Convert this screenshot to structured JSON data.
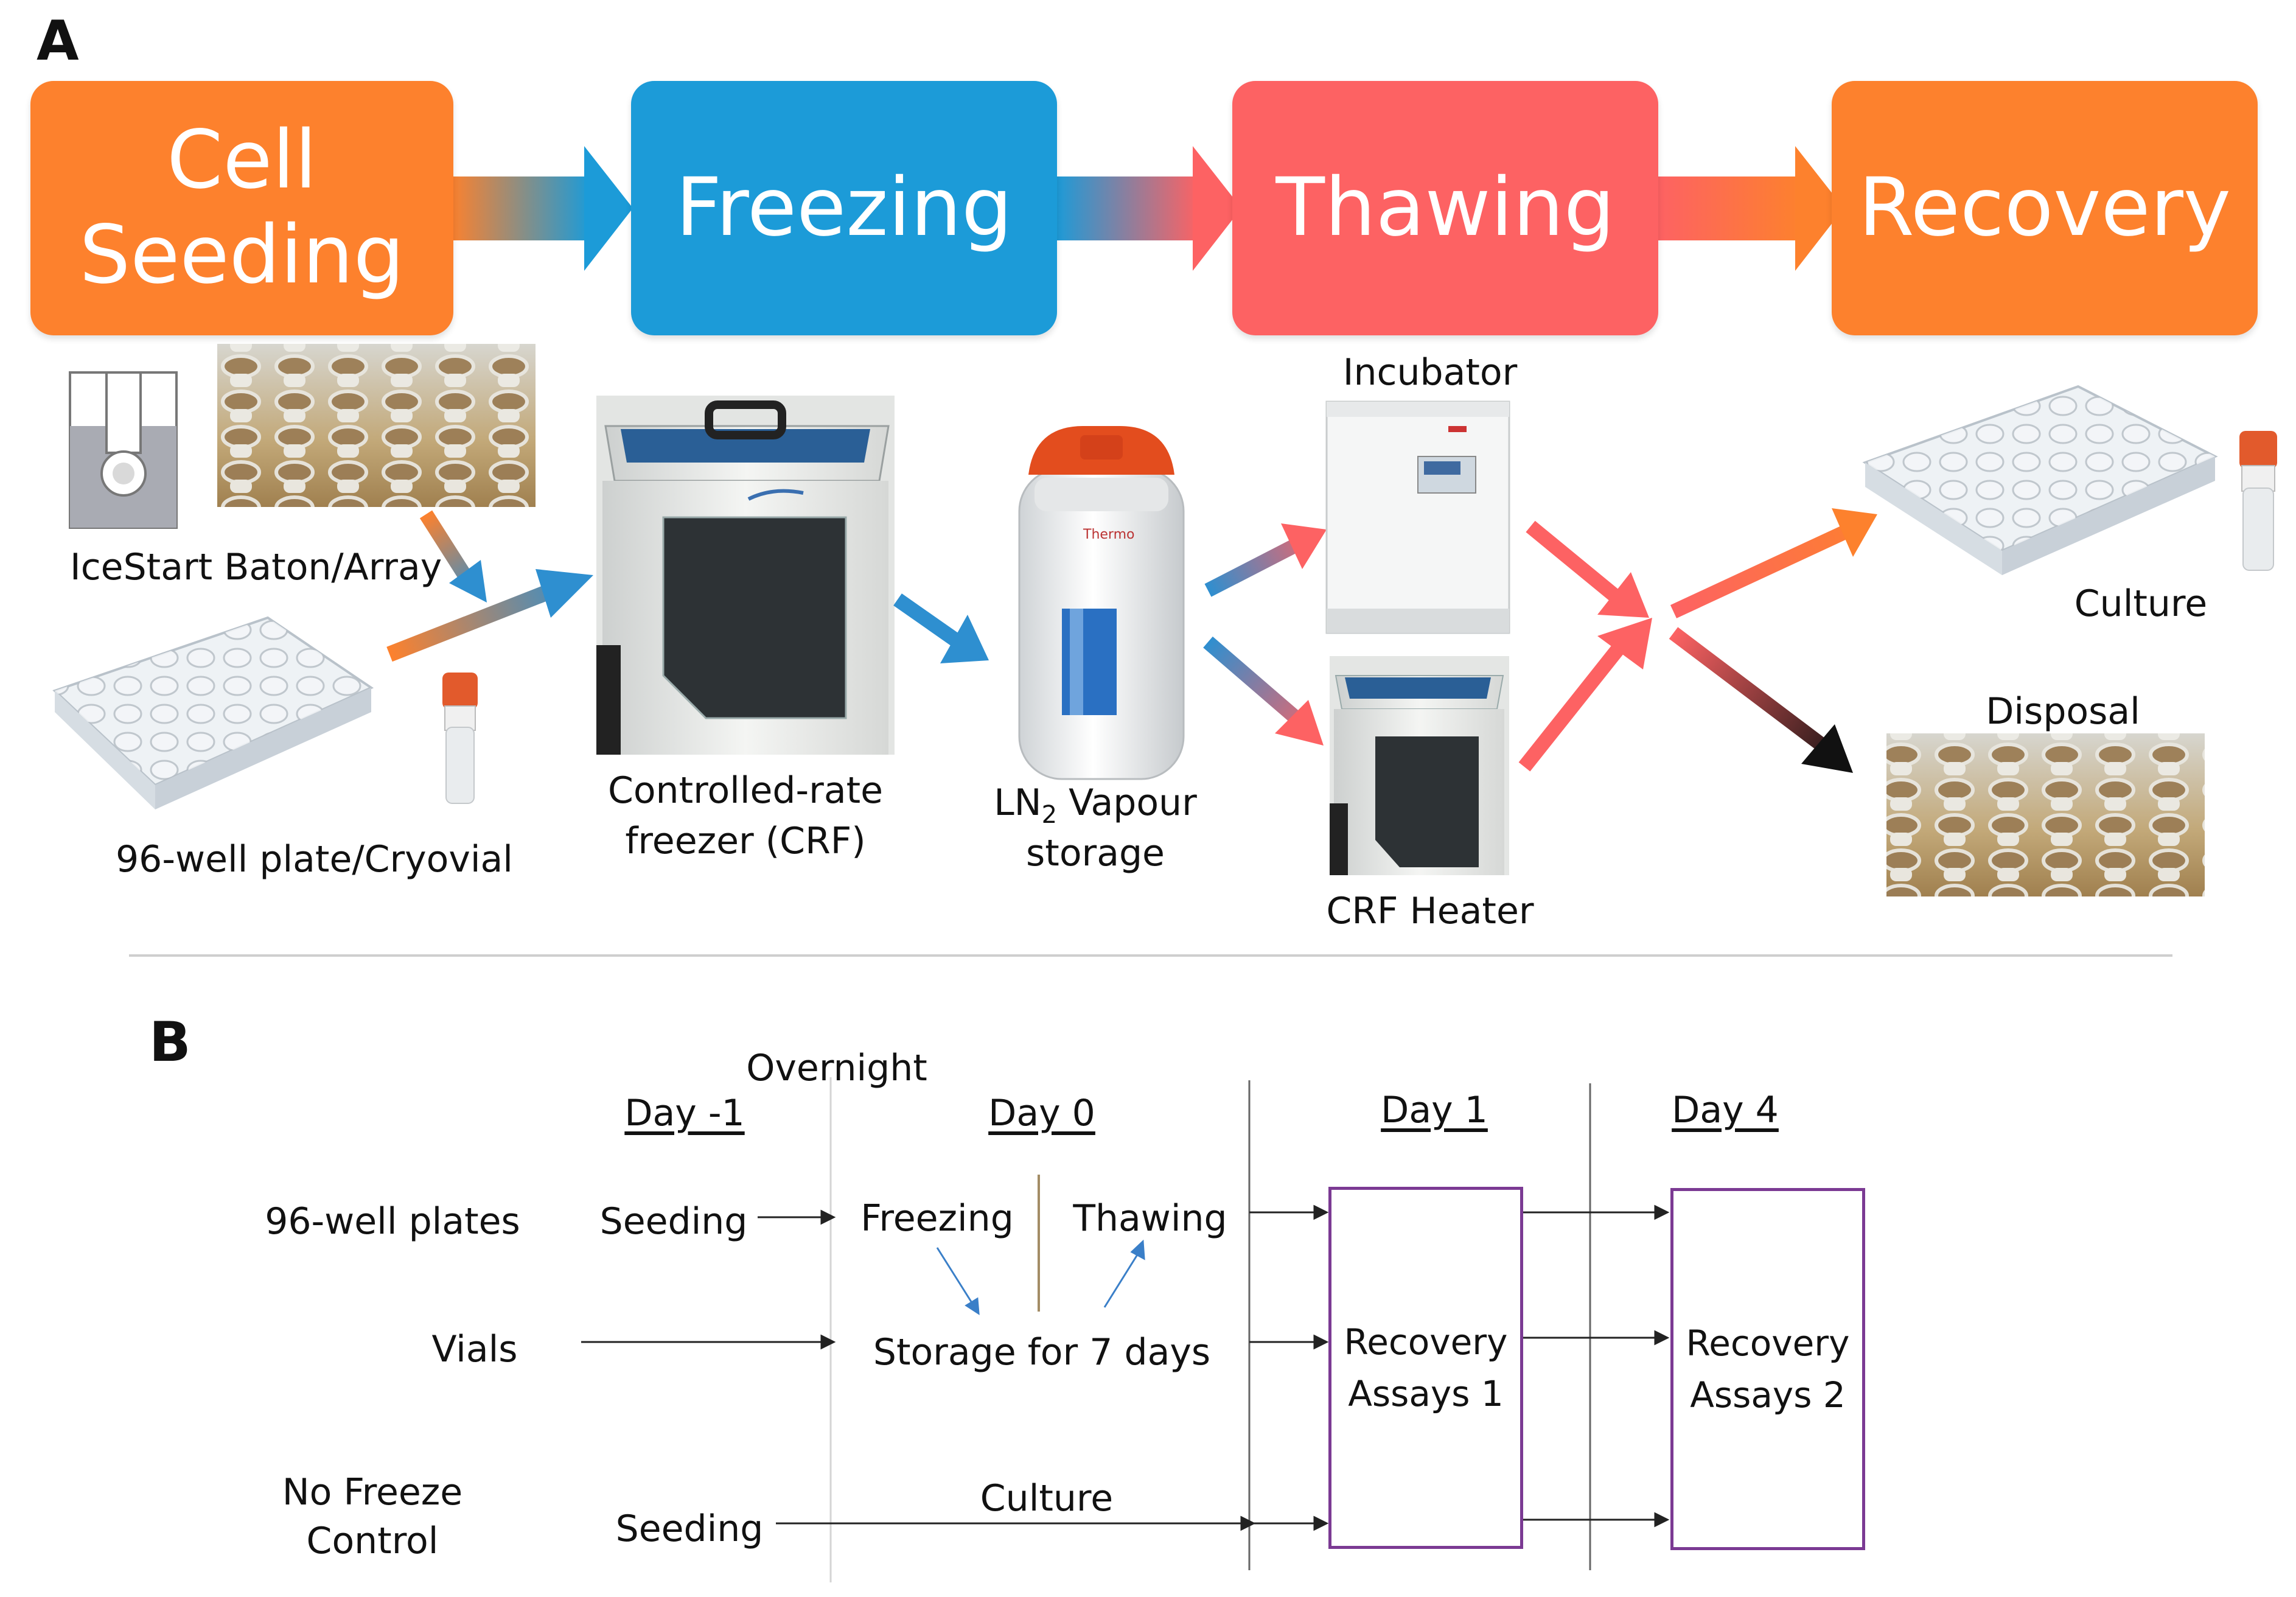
{
  "panel_a": {
    "letter": "A",
    "stages": [
      {
        "label": "Cell\nSeeding",
        "color": "#fd812d"
      },
      {
        "label": "Freezing",
        "color": "#1c9bd8"
      },
      {
        "label": "Thawing",
        "color": "#fd6263"
      },
      {
        "label": "Recovery",
        "color": "#fd812d"
      }
    ],
    "labels": {
      "icestart": "IceStart Baton/Array",
      "plate_vial": "96-well plate/Cryovial",
      "crf_line1": "Controlled-rate",
      "crf_line2": "freezer (CRF)",
      "ln2_main": "LN",
      "ln2_sub": "2",
      "ln2_rest": " Vapour",
      "ln2_line2": "storage",
      "incubator": "Incubator",
      "crf_heater": "CRF Heater",
      "culture": "Culture",
      "disposal": "Disposal"
    },
    "brand_text": "Thermo"
  },
  "panel_b": {
    "letter": "B",
    "overnight": "Overnight",
    "days": [
      "Day -1",
      "Day 0",
      "Day 1",
      "Day 4"
    ],
    "rows": [
      "96-well plates",
      "Vials",
      "No Freeze",
      "Control"
    ],
    "steps": {
      "seeding_top": "Seeding",
      "freezing": "Freezing",
      "thawing": "Thawing",
      "storage": "Storage for 7 days",
      "culture": "Culture",
      "seeding_bottom": "Seeding"
    },
    "assays1": [
      "Recovery",
      "Assays 1"
    ],
    "assays2": [
      "Recovery",
      "Assays 2"
    ]
  },
  "colors": {
    "orange": "#fd812d",
    "blue": "#1c9bd8",
    "red": "#fd6263",
    "arrow_blue": "#2e8fd0",
    "box_border": "#7b3a93"
  }
}
